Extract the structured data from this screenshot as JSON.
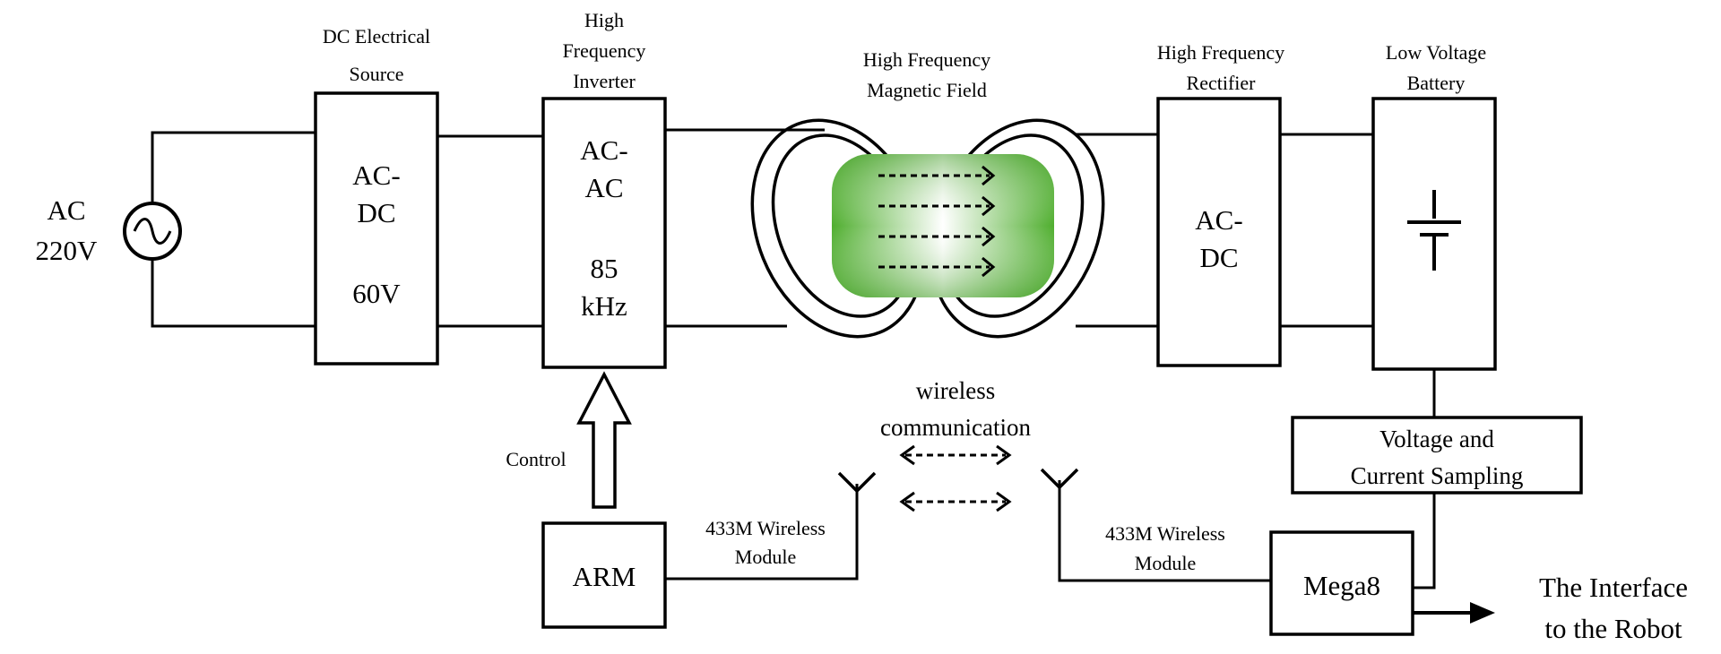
{
  "source": {
    "label_line1": "AC",
    "label_line2": "220V"
  },
  "dc_source": {
    "caption_line1": "DC Electrical",
    "caption_line2": "Source",
    "line1": "AC-",
    "line2": "DC",
    "line3": "60V"
  },
  "inverter": {
    "caption_line1": "High",
    "caption_line2": "Frequency",
    "caption_line3": "Inverter",
    "line1": "AC-",
    "line2": "AC",
    "line3": "85",
    "line4": "kHz"
  },
  "magnetic_field": {
    "caption_line1": "High Frequency",
    "caption_line2": "Magnetic Field"
  },
  "rectifier": {
    "caption_line1": "High Frequency",
    "caption_line2": "Rectifier",
    "line1": "AC-",
    "line2": "DC"
  },
  "battery": {
    "caption_line1": "Low Voltage",
    "caption_line2": "Battery"
  },
  "sampling": {
    "line1": "Voltage and",
    "line2": "Current Sampling"
  },
  "control": {
    "label": "Control"
  },
  "arm": {
    "label": "ARM"
  },
  "mega8": {
    "label": "Mega8"
  },
  "wireless_left": {
    "line1": "433M Wireless",
    "line2": "Module"
  },
  "wireless_right": {
    "line1": "433M Wireless",
    "line2": "Module"
  },
  "wireless_comm": {
    "line1": "wireless",
    "line2": "communication"
  },
  "interface": {
    "line1": "The Interface",
    "line2": "to the Robot"
  },
  "colors": {
    "field_green": "#5cb83a",
    "line": "#000000"
  }
}
